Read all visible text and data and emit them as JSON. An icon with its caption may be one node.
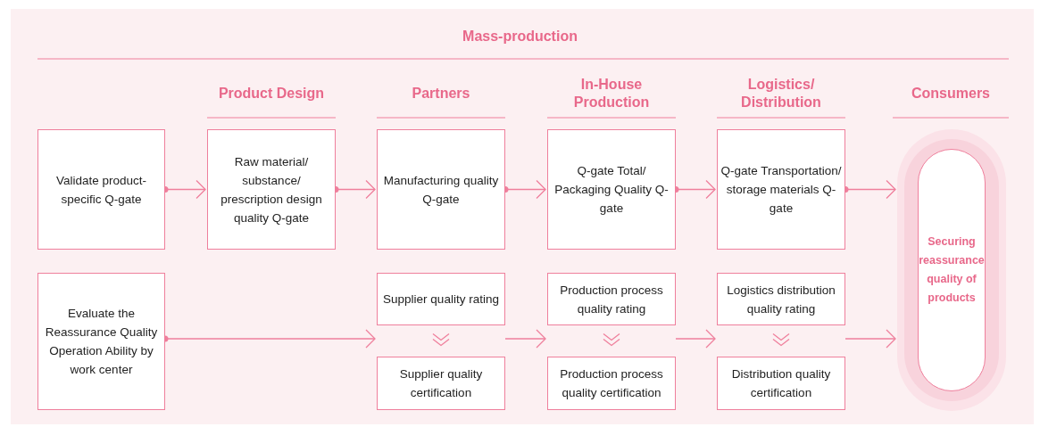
{
  "diagram": {
    "title": "Mass-production",
    "nodes": [
      {
        "text": [
          "Validate product-specific Q-gate"
        ]
      },
      {
        "text": [
          "Raw material/ substance/ prescription design quality Q-gate"
        ]
      },
      {
        "text": [
          "Manufacturing quality Q-gate"
        ]
      },
      {
        "text": [
          "Q-gate Total/ Packaging Quality Q-gate"
        ]
      },
      {
        "text": [
          "Q-gate Transportation/ storage materials Q-gate"
        ]
      },
      {
        "text": [
          "Securing reassurance quality of products"
        ]
      },
      {
        "text": [
          "Evaluate the Reassurance Quality Operation Ability by work center"
        ]
      },
      {
        "text": [
          "Supplier quality rating"
        ]
      },
      {
        "text": [
          "Supplier quality certification"
        ]
      },
      {
        "text": [
          "Production process quality rating"
        ]
      },
      {
        "text": [
          "Production process quality certification"
        ]
      },
      {
        "text": [
          "Logistics distribution quality rating"
        ]
      },
      {
        "text": [
          "Distribution quality certification"
        ]
      }
    ],
    "edges": [
      {
        "from": 0,
        "to": 1,
        "arrow": "to"
      },
      {
        "from": 1,
        "to": 2,
        "arrow": "to"
      },
      {
        "from": 2,
        "to": 3,
        "arrow": "to"
      },
      {
        "from": 3,
        "to": 4,
        "arrow": "to"
      },
      {
        "from": 4,
        "to": 5,
        "arrow": "to"
      },
      {
        "from": 6,
        "to": 7,
        "arrow": "to"
      },
      {
        "from": 7,
        "to": 8,
        "arrow": "to"
      },
      {
        "from": 9,
        "to": 10,
        "arrow": "to"
      },
      {
        "from": 11,
        "to": 12,
        "arrow": "to"
      },
      {
        "from": 11,
        "to": 5,
        "arrow": "to"
      },
      {
        "from": 7,
        "to": 9,
        "arrow": "to"
      },
      {
        "from": 9,
        "to": 11,
        "arrow": "to"
      }
    ],
    "labels": [
      "Product Design",
      "Partners",
      "In-House Production",
      "Logistics/ Distribution",
      "Consumers"
    ]
  }
}
